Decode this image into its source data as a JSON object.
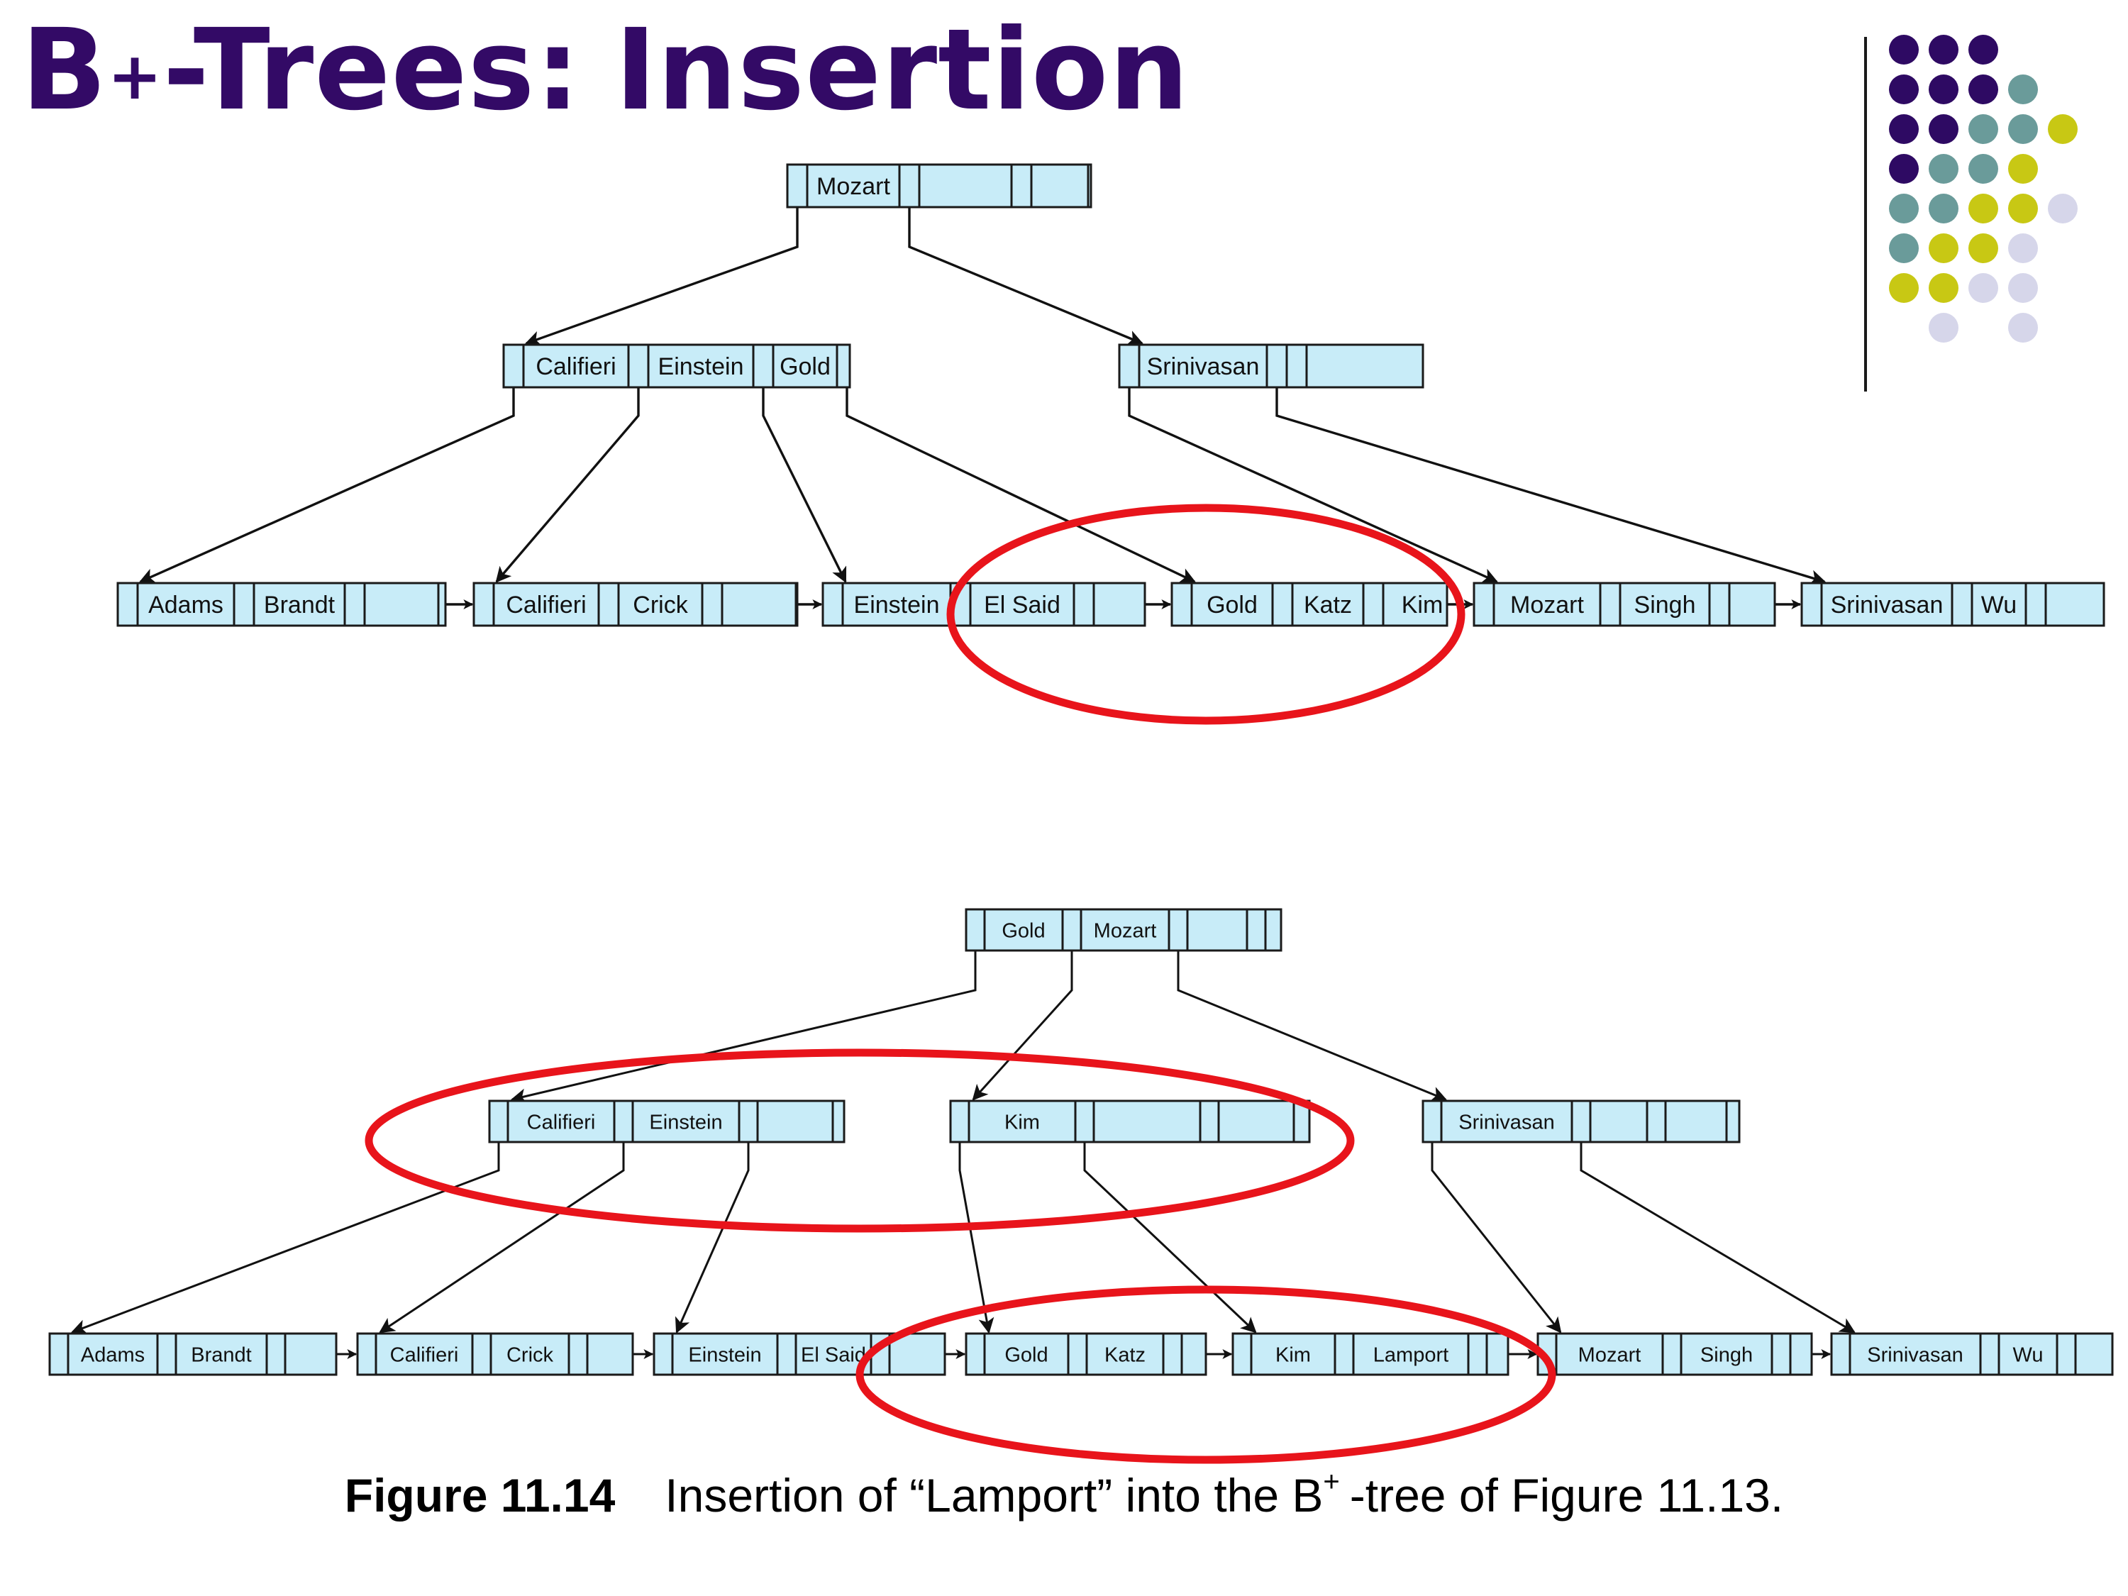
{
  "slide": {
    "title_prefix": "B",
    "title_sup": "+",
    "title_middle": "-Trees:",
    "title_suffix": "Insertion"
  },
  "decoration": {
    "dot_colors": {
      "purple": "#2e0a63",
      "teal": "#6a9b9a",
      "olive": "#c8c814",
      "lavender": "#d6d6ea"
    },
    "dot_rows": [
      [
        "purple",
        "purple",
        "purple",
        null,
        null
      ],
      [
        "purple",
        "purple",
        "purple",
        "teal",
        null
      ],
      [
        "purple",
        "purple",
        "teal",
        "teal",
        "olive"
      ],
      [
        "purple",
        "teal",
        "teal",
        "olive",
        null
      ],
      [
        "teal",
        "teal",
        "olive",
        "olive",
        "lavender"
      ],
      [
        "teal",
        "olive",
        "olive",
        "lavender",
        null
      ],
      [
        "olive",
        "olive",
        "lavender",
        "lavender",
        null
      ],
      [
        null,
        "lavender",
        null,
        "lavender",
        null
      ]
    ]
  },
  "colors": {
    "node_fill": "#c8ecf8",
    "node_stroke": "#1a1a1a",
    "highlight": "#e8141b"
  },
  "before_tree": {
    "root": {
      "keys": [
        "Mozart",
        "",
        ""
      ]
    },
    "internal": [
      {
        "keys": [
          "Califieri",
          "Einstein",
          "Gold"
        ]
      },
      {
        "keys": [
          "Srinivasan",
          "",
          ""
        ]
      }
    ],
    "leaves": [
      {
        "keys": [
          "Adams",
          "Brandt",
          ""
        ]
      },
      {
        "keys": [
          "Califieri",
          "Crick",
          ""
        ]
      },
      {
        "keys": [
          "Einstein",
          "El Said",
          ""
        ]
      },
      {
        "keys": [
          "Gold",
          "Katz",
          "Kim"
        ]
      },
      {
        "keys": [
          "Mozart",
          "Singh",
          ""
        ]
      },
      {
        "keys": [
          "Srinivasan",
          "Wu",
          ""
        ]
      }
    ]
  },
  "after_tree": {
    "root": {
      "keys": [
        "Gold",
        "Mozart",
        ""
      ]
    },
    "internal": [
      {
        "keys": [
          "Califieri",
          "Einstein",
          ""
        ]
      },
      {
        "keys": [
          "Kim",
          "",
          ""
        ]
      },
      {
        "keys": [
          "Srinivasan",
          "",
          ""
        ]
      }
    ],
    "leaves": [
      {
        "keys": [
          "Adams",
          "Brandt",
          ""
        ]
      },
      {
        "keys": [
          "Califieri",
          "Crick",
          ""
        ]
      },
      {
        "keys": [
          "Einstein",
          "El Said",
          ""
        ]
      },
      {
        "keys": [
          "Gold",
          "Katz",
          ""
        ]
      },
      {
        "keys": [
          "Kim",
          "Lamport",
          ""
        ]
      },
      {
        "keys": [
          "Mozart",
          "Singh",
          ""
        ]
      },
      {
        "keys": [
          "Srinivasan",
          "Wu",
          ""
        ]
      }
    ]
  },
  "caption": {
    "figure_label": "Figure 11.14",
    "text_before_sup": "Insertion of “Lamport” into the B",
    "sup": "+",
    "text_after_sup": "-tree of Figure 11.13."
  }
}
